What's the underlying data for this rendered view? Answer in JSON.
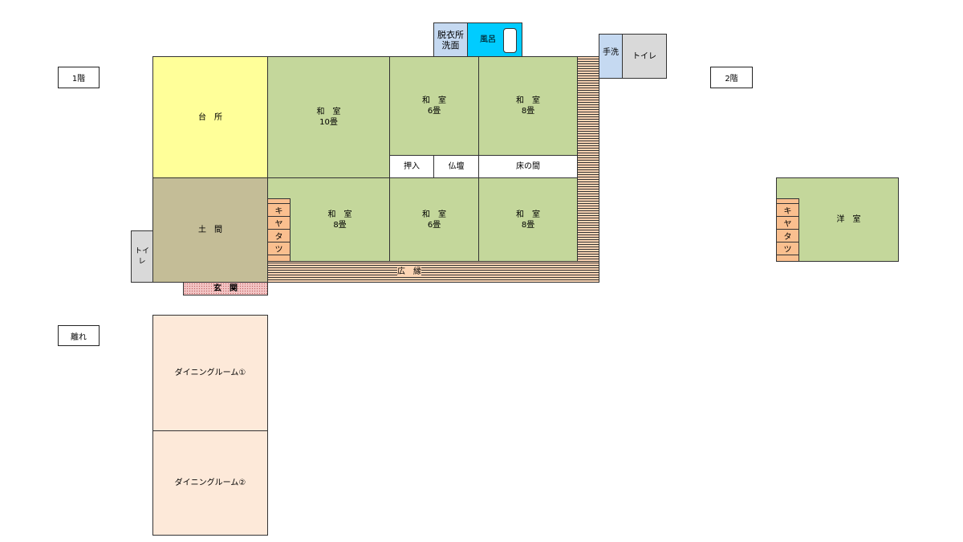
{
  "floor_labels": {
    "first": "1階",
    "second": "2階",
    "annex": "離れ"
  },
  "rooms": {
    "kitchen": "台　所",
    "doma": "土　間",
    "washitsu10": {
      "name": "和　室",
      "size": "10畳"
    },
    "washitsu6_top": {
      "name": "和　室",
      "size": "6畳"
    },
    "washitsu8_top": {
      "name": "和　室",
      "size": "8畳"
    },
    "oshiire": "押入",
    "butsudan": "仏壇",
    "tokonoma": "床の間",
    "washitsu8_left": {
      "name": "和　室",
      "size": "8畳"
    },
    "washitsu6_bottom": {
      "name": "和　室",
      "size": "6畳"
    },
    "washitsu8_right": {
      "name": "和　室",
      "size": "8畳"
    },
    "hiroen": "広　縁",
    "toilet_left": "トイレ",
    "genkan": "玄　関",
    "datsuijo": "脱衣所\n洗面",
    "bath": "風呂",
    "tearai": "手洗",
    "toilet_right": "トイレ",
    "youshitsu": "洋　室",
    "dining1": "ダイニングルーム①",
    "dining2": "ダイニングルーム②"
  },
  "stairs": [
    "",
    "キ",
    "ヤ",
    "タ",
    "ツ",
    ""
  ],
  "colors": {
    "tatami": "#c4d79b",
    "kitchen": "#ffff99",
    "doma": "#c4bd97",
    "bath": "#00ccff",
    "wash": "#c5d9f1",
    "toilet": "#d9d9d9",
    "dining": "#fde9d9",
    "stairs": "#fabf8f"
  }
}
